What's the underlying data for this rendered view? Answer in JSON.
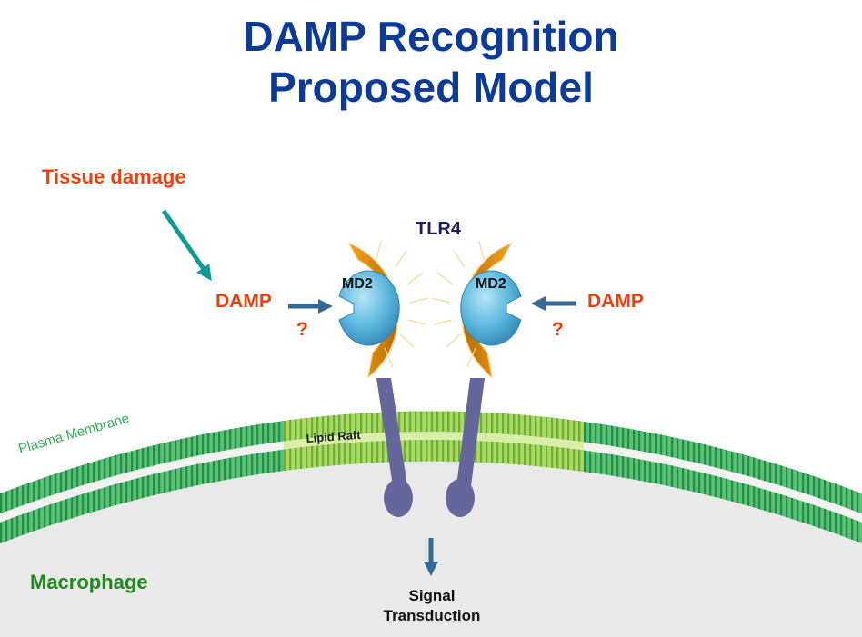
{
  "title": {
    "line1": "DAMP Recognition",
    "line2": "Proposed Model"
  },
  "labels": {
    "tissue_damage": "Tissue damage",
    "damp_left": "DAMP",
    "damp_right": "DAMP",
    "question_left": "?",
    "question_right": "?",
    "tlr4": "TLR4",
    "md2_left": "MD2",
    "md2_right": "MD2",
    "plasma_membrane": "Plasma Membrane",
    "lipid_raft": "Lipid Raft",
    "macrophage": "Macrophage",
    "signal_line1": "Signal",
    "signal_line2": "Transduction"
  },
  "colors": {
    "title": "#0b3a99",
    "damp": "#e8410d",
    "membrane": "#2faa55",
    "lipid_raft": "#88c448",
    "tlr4_orange": "#e38a00",
    "md2_blue": "#5bb6dd",
    "tm_purple": "#65679c",
    "arrow_teal": "#0f9b95",
    "arrow_blue": "#336a99",
    "macrophage": "#1e8a1e"
  }
}
